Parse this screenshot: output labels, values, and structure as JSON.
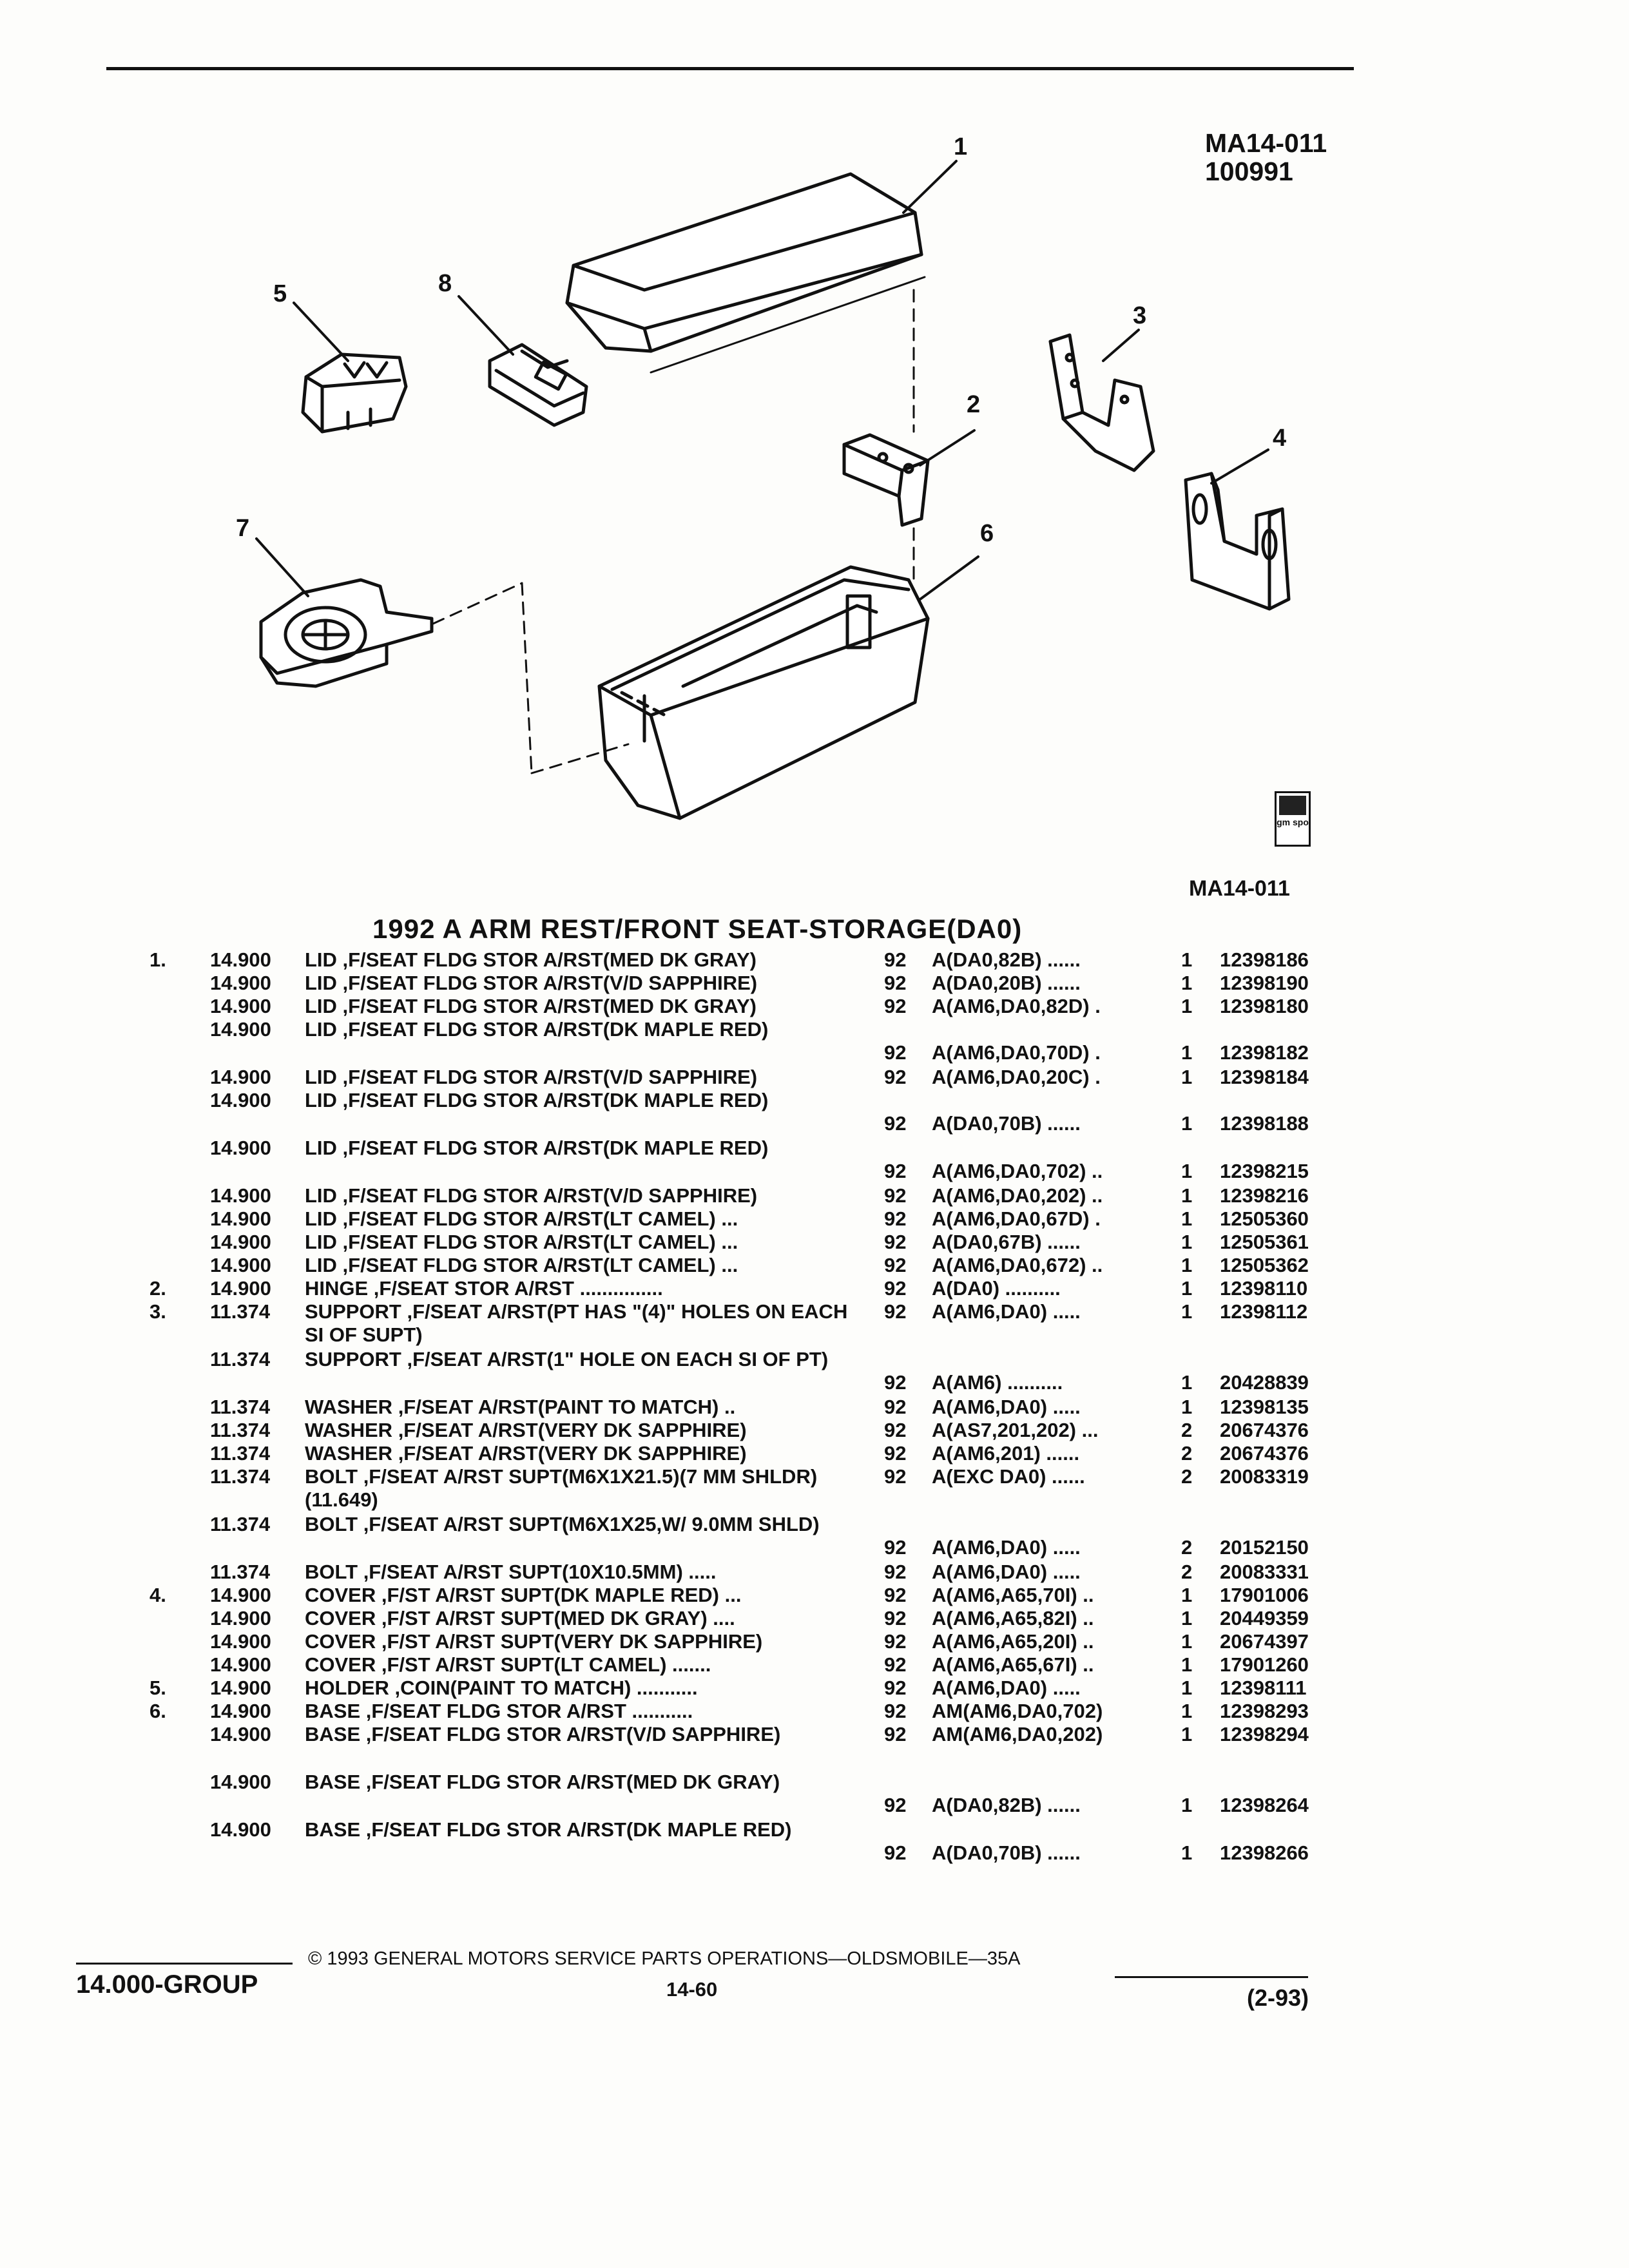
{
  "header": {
    "figure_code": "MA14-011",
    "figure_date": "100991"
  },
  "illustration": {
    "callouts": [
      "1",
      "2",
      "3",
      "4",
      "5",
      "6",
      "7",
      "8"
    ],
    "logo_text": "gm spo",
    "caption": "MA14-011"
  },
  "title": "1992 A ARM REST/FRONT SEAT-STORAGE(DA0)",
  "rows": [
    {
      "item": "1.",
      "group": "14.900",
      "name": "LID",
      "desc": " ,F/SEAT FLDG STOR A/RST(MED DK GRAY)",
      "year": "92",
      "app": "A(DA0,82B) ......",
      "qty": "1",
      "part": "12398186"
    },
    {
      "item": "",
      "group": "14.900",
      "name": "LID",
      "desc": " ,F/SEAT FLDG STOR A/RST(V/D SAPPHIRE)",
      "year": "92",
      "app": "A(DA0,20B) ......",
      "qty": "1",
      "part": "12398190"
    },
    {
      "item": "",
      "group": "14.900",
      "name": "LID",
      "desc": " ,F/SEAT FLDG STOR A/RST(MED DK GRAY)",
      "year": "92",
      "app": "A(AM6,DA0,82D) .",
      "qty": "1",
      "part": "12398180"
    },
    {
      "item": "",
      "group": "14.900",
      "name": "LID",
      "desc": " ,F/SEAT FLDG STOR A/RST(DK MAPLE RED)",
      "year": "92",
      "app": "A(AM6,DA0,70D) .",
      "qty": "1",
      "part": "12398182",
      "tall": true
    },
    {
      "item": "",
      "group": "14.900",
      "name": "LID",
      "desc": " ,F/SEAT FLDG STOR A/RST(V/D SAPPHIRE)",
      "year": "92",
      "app": "A(AM6,DA0,20C) .",
      "qty": "1",
      "part": "12398184"
    },
    {
      "item": "",
      "group": "14.900",
      "name": "LID",
      "desc": " ,F/SEAT FLDG STOR A/RST(DK MAPLE RED)",
      "year": "92",
      "app": "A(DA0,70B) ......",
      "qty": "1",
      "part": "12398188",
      "tall": true
    },
    {
      "item": "",
      "group": "14.900",
      "name": "LID",
      "desc": " ,F/SEAT FLDG STOR A/RST(DK MAPLE RED)",
      "year": "92",
      "app": "A(AM6,DA0,702) ..",
      "qty": "1",
      "part": "12398215",
      "tall": true
    },
    {
      "item": "",
      "group": "14.900",
      "name": "LID",
      "desc": " ,F/SEAT FLDG STOR A/RST(V/D SAPPHIRE)",
      "year": "92",
      "app": "A(AM6,DA0,202) ..",
      "qty": "1",
      "part": "12398216"
    },
    {
      "item": "",
      "group": "14.900",
      "name": "LID",
      "desc": " ,F/SEAT FLDG STOR A/RST(LT CAMEL) ...",
      "year": "92",
      "app": "A(AM6,DA0,67D) .",
      "qty": "1",
      "part": "12505360"
    },
    {
      "item": "",
      "group": "14.900",
      "name": "LID",
      "desc": " ,F/SEAT FLDG STOR A/RST(LT CAMEL) ...",
      "year": "92",
      "app": "A(DA0,67B) ......",
      "qty": "1",
      "part": "12505361"
    },
    {
      "item": "",
      "group": "14.900",
      "name": "LID",
      "desc": " ,F/SEAT FLDG STOR A/RST(LT CAMEL) ...",
      "year": "92",
      "app": "A(AM6,DA0,672) ..",
      "qty": "1",
      "part": "12505362"
    },
    {
      "item": "2.",
      "group": "14.900",
      "name": "HINGE",
      "desc": " ,F/SEAT STOR A/RST ...............",
      "year": "92",
      "app": "A(DA0) ..........",
      "qty": "1",
      "part": "12398110"
    },
    {
      "item": "3.",
      "group": "11.374",
      "name": "SUPPORT",
      "desc": " ,F/SEAT A/RST(PT HAS \"(4)\" HOLES ON EACH SI OF SUPT)",
      "year": "92",
      "app": "A(AM6,DA0) .....",
      "qty": "1",
      "part": "12398112",
      "tall": true,
      "top": true
    },
    {
      "item": "",
      "group": "11.374",
      "name": "SUPPORT",
      "desc": " ,F/SEAT A/RST(1\" HOLE ON EACH SI OF PT)",
      "year": "92",
      "app": "A(AM6) ..........",
      "qty": "1",
      "part": "20428839",
      "tall": true
    },
    {
      "item": "",
      "group": "11.374",
      "name": "WASHER",
      "desc": " ,F/SEAT A/RST(PAINT TO MATCH) ..",
      "year": "92",
      "app": "A(AM6,DA0) .....",
      "qty": "1",
      "part": "12398135"
    },
    {
      "item": "",
      "group": "11.374",
      "name": "WASHER",
      "desc": " ,F/SEAT A/RST(VERY DK SAPPHIRE)",
      "year": "92",
      "app": "A(AS7,201,202) ...",
      "qty": "2",
      "part": "20674376"
    },
    {
      "item": "",
      "group": "11.374",
      "name": "WASHER",
      "desc": " ,F/SEAT A/RST(VERY DK SAPPHIRE)",
      "year": "92",
      "app": "A(AM6,201) ......",
      "qty": "2",
      "part": "20674376"
    },
    {
      "item": "",
      "group": "11.374",
      "name": "BOLT",
      "desc": " ,F/SEAT A/RST SUPT(M6X1X21.5)(7 MM SHLDR)(11.649)",
      "year": "92",
      "app": "A(EXC DA0) ......",
      "qty": "2",
      "part": "20083319",
      "tall": true,
      "top": true
    },
    {
      "item": "",
      "group": "11.374",
      "name": "BOLT",
      "desc": " ,F/SEAT A/RST SUPT(M6X1X25,W/ 9.0MM SHLD)",
      "year": "92",
      "app": "A(AM6,DA0) .....",
      "qty": "2",
      "part": "20152150",
      "tall": true
    },
    {
      "item": "",
      "group": "11.374",
      "name": "BOLT",
      "desc": " ,F/SEAT A/RST SUPT(10X10.5MM) .....",
      "year": "92",
      "app": "A(AM6,DA0) .....",
      "qty": "2",
      "part": "20083331"
    },
    {
      "item": "4.",
      "group": "14.900",
      "name": "COVER",
      "desc": " ,F/ST A/RST SUPT(DK MAPLE RED) ...",
      "year": "92",
      "app": "A(AM6,A65,70I) ..",
      "qty": "1",
      "part": "17901006"
    },
    {
      "item": "",
      "group": "14.900",
      "name": "COVER",
      "desc": " ,F/ST A/RST SUPT(MED DK GRAY) ....",
      "year": "92",
      "app": "A(AM6,A65,82I) ..",
      "qty": "1",
      "part": "20449359"
    },
    {
      "item": "",
      "group": "14.900",
      "name": "COVER",
      "desc": " ,F/ST A/RST SUPT(VERY DK SAPPHIRE)",
      "year": "92",
      "app": "A(AM6,A65,20I) ..",
      "qty": "1",
      "part": "20674397"
    },
    {
      "item": "",
      "group": "14.900",
      "name": "COVER",
      "desc": " ,F/ST A/RST SUPT(LT CAMEL) .......",
      "year": "92",
      "app": "A(AM6,A65,67I) ..",
      "qty": "1",
      "part": "17901260"
    },
    {
      "item": "5.",
      "group": "14.900",
      "name": "HOLDER",
      "desc": " ,COIN(PAINT TO MATCH) ...........",
      "year": "92",
      "app": "A(AM6,DA0) .....",
      "qty": "1",
      "part": "12398111"
    },
    {
      "item": "6.",
      "group": "14.900",
      "name": "BASE",
      "desc": " ,F/SEAT FLDG STOR A/RST ...........",
      "year": "92",
      "app": "AM(AM6,DA0,702)",
      "qty": "1",
      "part": "12398293"
    },
    {
      "item": "",
      "group": "14.900",
      "name": "BASE",
      "desc": " ,F/SEAT FLDG STOR A/RST(V/D SAPPHIRE)",
      "year": "92",
      "app": "AM(AM6,DA0,202)",
      "qty": "1",
      "part": "12398294",
      "tall": true,
      "top": true
    },
    {
      "item": "",
      "group": "14.900",
      "name": "BASE",
      "desc": " ,F/SEAT FLDG STOR A/RST(MED DK GRAY)",
      "year": "92",
      "app": "A(DA0,82B) ......",
      "qty": "1",
      "part": "12398264",
      "tall": true
    },
    {
      "item": "",
      "group": "14.900",
      "name": "BASE",
      "desc": " ,F/SEAT FLDG STOR A/RST(DK MAPLE RED)",
      "year": "92",
      "app": "A(DA0,70B) ......",
      "qty": "1",
      "part": "12398266",
      "tall": true
    }
  ],
  "footer": {
    "copyright": "© 1993 GENERAL MOTORS SERVICE PARTS OPERATIONS—OLDSMOBILE—35A",
    "group": "14.000-GROUP",
    "page": "14-60",
    "date": "(2-93)"
  }
}
